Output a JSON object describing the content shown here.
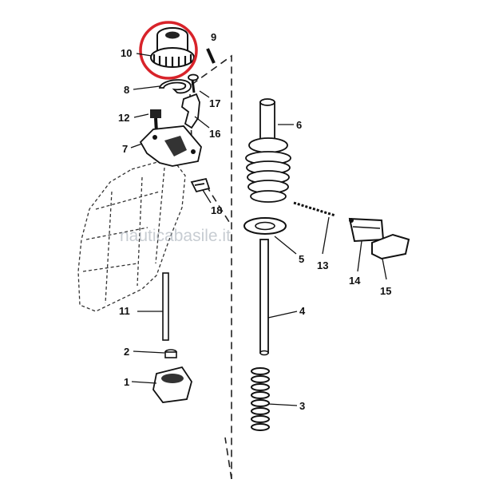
{
  "parts": [
    {
      "id": "1",
      "label": "1"
    },
    {
      "id": "2",
      "label": "2"
    },
    {
      "id": "3",
      "label": "3"
    },
    {
      "id": "4",
      "label": "4"
    },
    {
      "id": "5",
      "label": "5"
    },
    {
      "id": "6",
      "label": "6"
    },
    {
      "id": "7",
      "label": "7"
    },
    {
      "id": "8",
      "label": "8"
    },
    {
      "id": "9",
      "label": "9"
    },
    {
      "id": "10",
      "label": "10",
      "highlighted": true
    },
    {
      "id": "11",
      "label": "11"
    },
    {
      "id": "12",
      "label": "12"
    },
    {
      "id": "13",
      "label": "13"
    },
    {
      "id": "14",
      "label": "14"
    },
    {
      "id": "15",
      "label": "15"
    },
    {
      "id": "16",
      "label": "16"
    },
    {
      "id": "17",
      "label": "17"
    },
    {
      "id": "18",
      "label": "18"
    }
  ],
  "watermark": "nauticabasile.it",
  "colors": {
    "ink": "#111111",
    "highlight": "#d8232a",
    "watermark": "#9aa4ae"
  }
}
